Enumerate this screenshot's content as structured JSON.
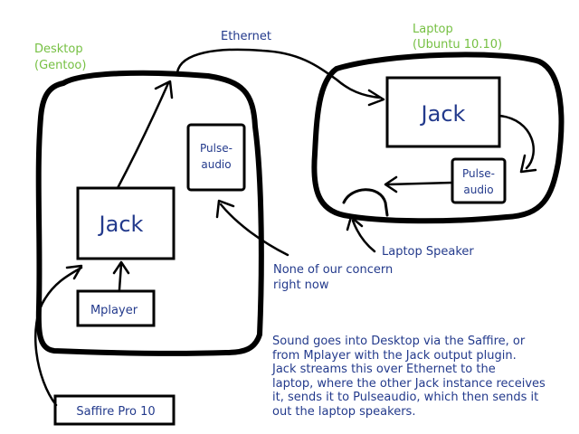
{
  "colors": {
    "stroke": "#000000",
    "machine_label": "#76c043",
    "text": "#233a8c",
    "background": "#ffffff"
  },
  "machines": {
    "desktop": {
      "name": "Desktop",
      "os": "(Gentoo)"
    },
    "laptop": {
      "name": "Laptop",
      "os": "(Ubuntu 10.10)"
    }
  },
  "nodes": {
    "desktop_jack": "Jack",
    "desktop_pulse_line1": "Pulse-",
    "desktop_pulse_line2": "audio",
    "mplayer": "Mplayer",
    "saffire": "Saffire Pro 10",
    "laptop_jack": "Jack",
    "laptop_pulse_line1": "Pulse-",
    "laptop_pulse_line2": "audio"
  },
  "labels": {
    "ethernet": "Ethernet",
    "laptop_speaker": "Laptop Speaker",
    "concern_line1": "None of our concern",
    "concern_line2": "right now"
  },
  "description": [
    "Sound goes into Desktop via the Saffire, or",
    "from Mplayer with the Jack output plugin.",
    "Jack streams this over Ethernet to the",
    "laptop, where the other Jack instance receives",
    "it, sends it to Pulseaudio, which then sends it",
    "out the laptop speakers."
  ]
}
